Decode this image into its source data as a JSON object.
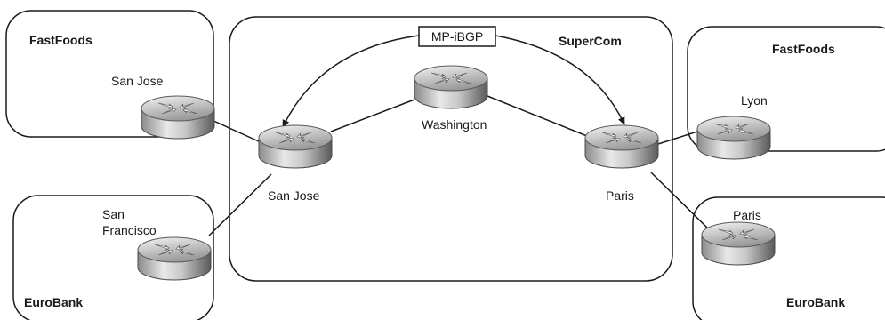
{
  "regions": {
    "fastfoods_left": "FastFoods",
    "eurobank_left": "EuroBank",
    "supercom": "SuperCom",
    "fastfoods_right": "FastFoods",
    "eurobank_right": "EuroBank"
  },
  "routers": {
    "ce_san_jose": "San Jose",
    "ce_san_francisco_line1": "San",
    "ce_san_francisco_line2": "Francisco",
    "pe_san_jose": "San Jose",
    "p_washington": "Washington",
    "pe_paris": "Paris",
    "ce_lyon": "Lyon",
    "ce_paris": "Paris"
  },
  "session_label": "MP-iBGP",
  "colors": {
    "line": "#1a1a1a",
    "router_light": "#f2f2f2",
    "router_dark": "#6e6e6e"
  },
  "icons": [
    "router-icon"
  ]
}
